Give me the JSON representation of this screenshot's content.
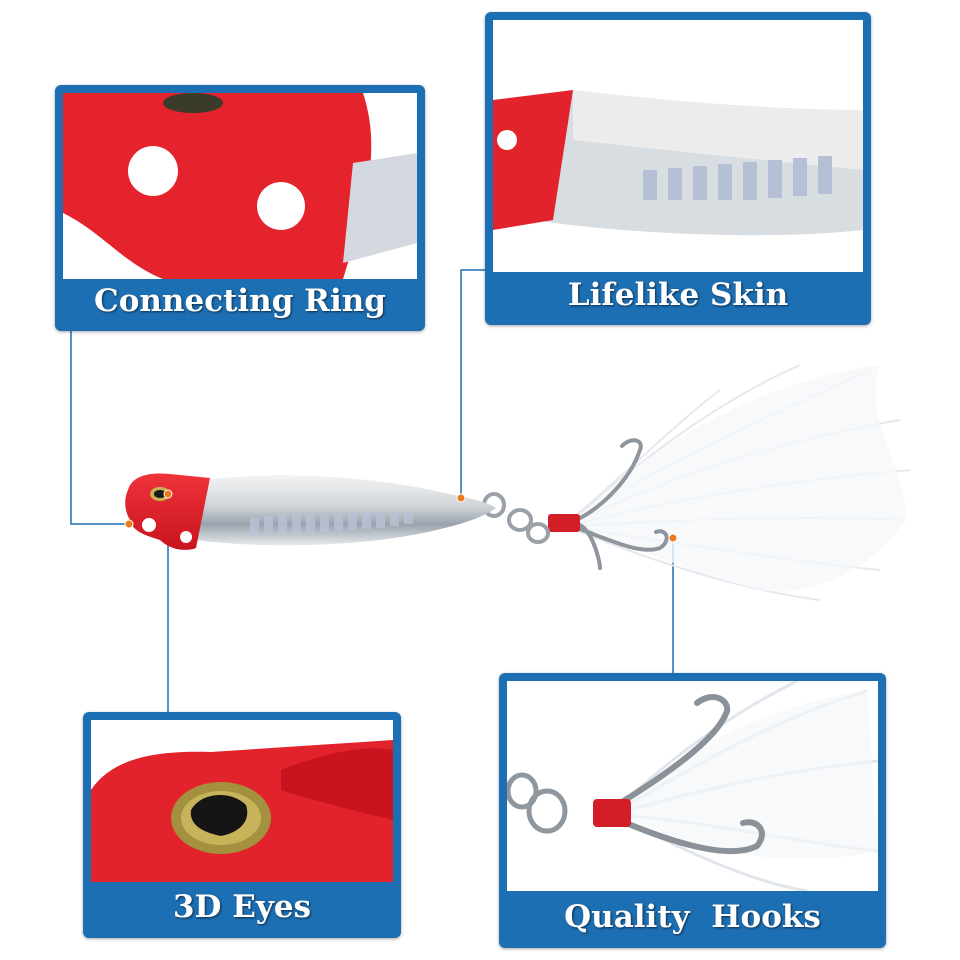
{
  "callouts": {
    "connecting_ring": "Connecting Ring",
    "lifelike_skin": "Lifelike Skin",
    "eyes": "3D Eyes",
    "hooks": "Quality  Hooks"
  },
  "colors": {
    "panel_blue": "#1d6fb3",
    "lure_red": "#e3212b",
    "leader_line": "#1d6fb3",
    "marker_dot": "#f07a1a"
  }
}
